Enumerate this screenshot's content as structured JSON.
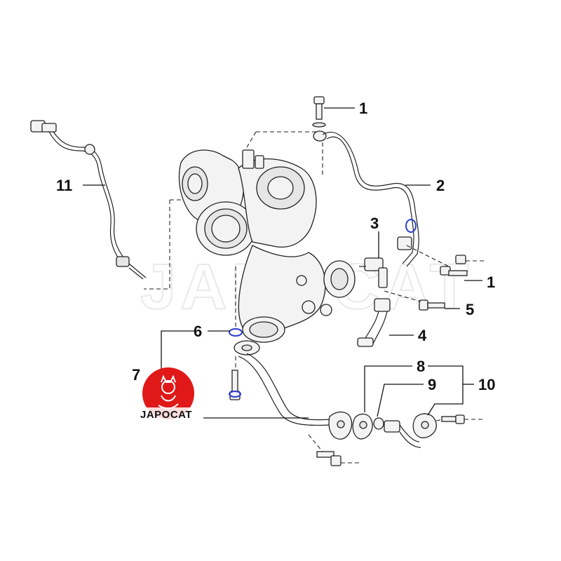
{
  "callouts": {
    "c1_top": "1",
    "c2": "2",
    "c3": "3",
    "c1_mid": "1",
    "c5": "5",
    "c4": "4",
    "c6": "6",
    "c7": "7",
    "c8": "8",
    "c9": "9",
    "c10": "10",
    "c11": "11"
  },
  "logo": {
    "text": "JAPOCAT",
    "color": "#e01818"
  },
  "watermark": "JAPOCAT",
  "colors": {
    "line": "#111111",
    "highlight": "#2f3fd0"
  }
}
